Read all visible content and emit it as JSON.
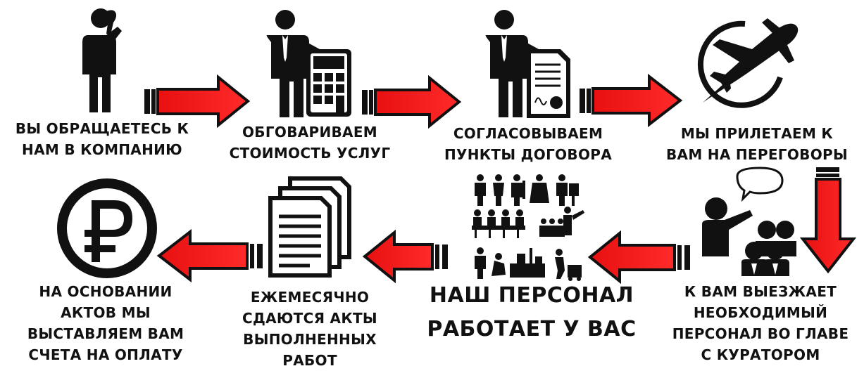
{
  "steps": [
    {
      "id": "contact",
      "icon": "phone-call-person-icon",
      "lines": [
        "Вы обращаетесь к",
        "нам в компанию"
      ]
    },
    {
      "id": "pricing",
      "icon": "calculator-person-icon",
      "lines": [
        "Обговариваем",
        "стоимость услуг"
      ]
    },
    {
      "id": "contract",
      "icon": "contract-person-icon",
      "lines": [
        "Согласовываем",
        "пункты договора"
      ]
    },
    {
      "id": "negotiation",
      "icon": "airplane-icon",
      "lines": [
        "Мы прилетаем к",
        "вам на переговоры"
      ]
    },
    {
      "id": "staff-arrive",
      "icon": "speaker-group-icon",
      "lines": [
        "К вам выезжает",
        "необходимый",
        "персонал во главе",
        "с куратором"
      ]
    },
    {
      "id": "staff-work",
      "icon": "workers-collage-icon",
      "lines": [
        "Наш персонал",
        "работает у вас"
      ]
    },
    {
      "id": "acts",
      "icon": "documents-stack-icon",
      "lines": [
        "Ежемесячно",
        "сдаются акты",
        "выполненных",
        "работ"
      ]
    },
    {
      "id": "invoice",
      "icon": "ruble-icon",
      "lines": [
        "На основании",
        "актов мы",
        "выставляем вам",
        "счета на оплату"
      ]
    }
  ],
  "colors": {
    "arrow_fill": "#ee1111",
    "arrow_stroke": "#111111",
    "ink": "#111111"
  }
}
